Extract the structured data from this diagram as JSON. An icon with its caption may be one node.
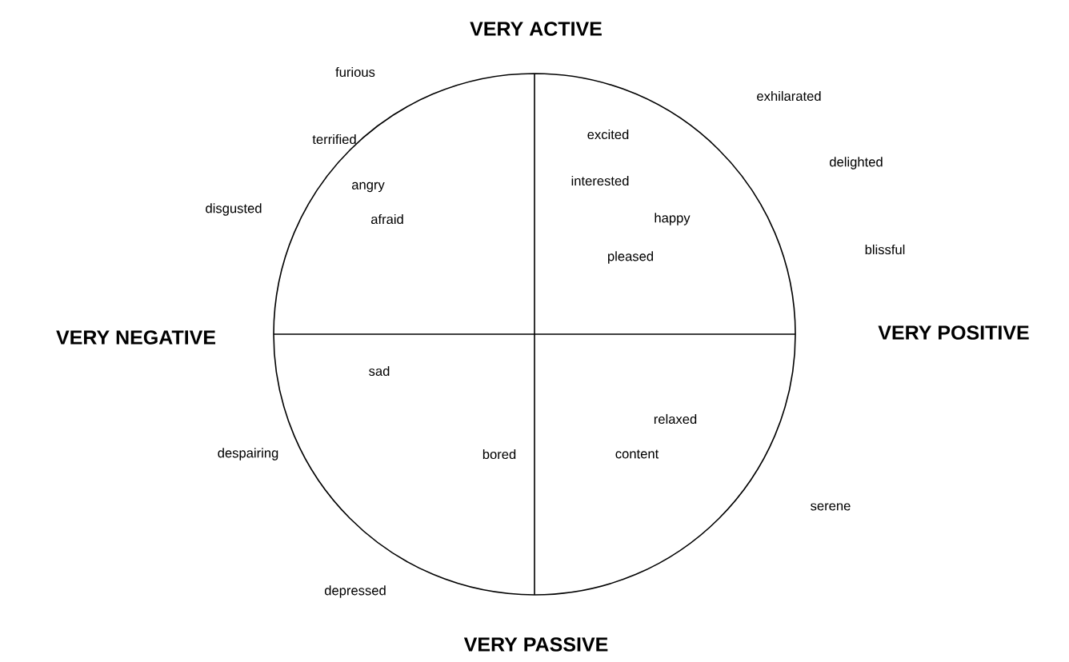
{
  "diagram": {
    "labels": [
      "VERY ACTIVE",
      "furious",
      "exhilarated",
      "terrified",
      "excited",
      "delighted",
      "interested",
      "angry",
      "disgusted",
      "afraid",
      "happy",
      "blissful",
      "pleased",
      "VERY POSITIVE",
      "VERY NEGATIVE",
      "sad",
      "relaxed",
      "despairing",
      "bored",
      "content",
      "serene",
      "depressed",
      "VERY PASSIVE"
    ]
  }
}
